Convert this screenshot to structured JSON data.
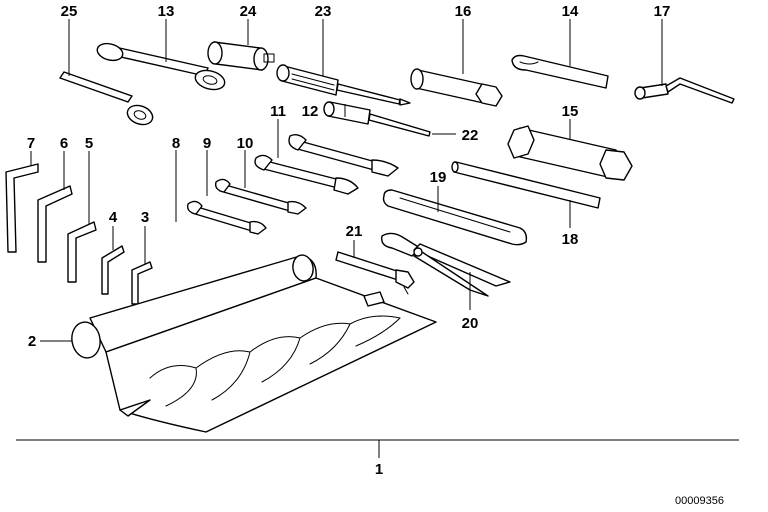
{
  "callouts": {
    "c25": "25",
    "c13": "13",
    "c24": "24",
    "c23": "23",
    "c16": "16",
    "c14": "14",
    "c17": "17",
    "c11": "11",
    "c12": "12",
    "c22": "22",
    "c15": "15",
    "c7": "7",
    "c6": "6",
    "c5": "5",
    "c8": "8",
    "c9": "9",
    "c10": "10",
    "c4": "4",
    "c3": "3",
    "c19": "19",
    "c18": "18",
    "c21": "21",
    "c20": "20",
    "c2": "2",
    "c1": "1"
  },
  "document_id": "00009356"
}
